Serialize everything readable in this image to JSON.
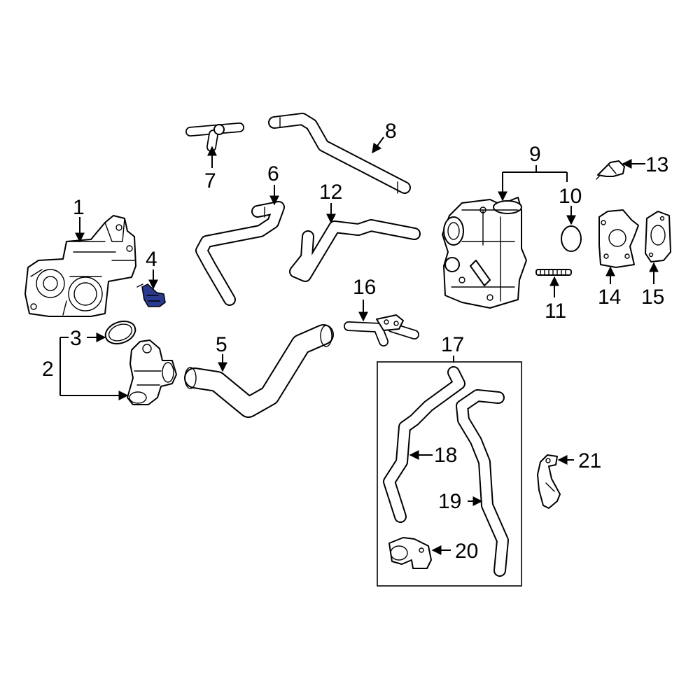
{
  "diagram": {
    "highlight_color": "#2a3a8f",
    "callouts": {
      "c1": "1",
      "c2": "2",
      "c3": "3",
      "c4": "4",
      "c5": "5",
      "c6": "6",
      "c7": "7",
      "c8": "8",
      "c9": "9",
      "c10": "10",
      "c11": "11",
      "c12": "12",
      "c13": "13",
      "c14": "14",
      "c15": "15",
      "c16": "16",
      "c17": "17",
      "c18": "18",
      "c19": "19",
      "c20": "20",
      "c21": "21"
    }
  }
}
